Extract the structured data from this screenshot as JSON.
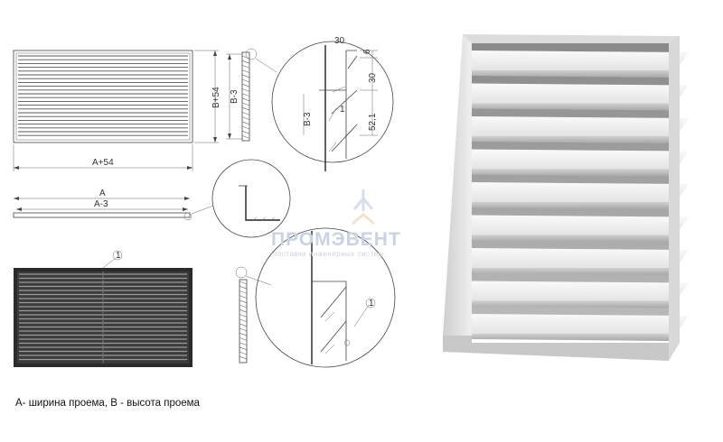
{
  "front_view": {
    "width_label": "A+54",
    "height_label": "B+54"
  },
  "side_view": {
    "height_label": "B-3"
  },
  "detail_top": {
    "height_label": "B-3",
    "dims": [
      "30",
      "6",
      "30",
      "52,1"
    ],
    "detail_number": "1"
  },
  "plan_view": {
    "outer_label": "A",
    "inner_label": "A-3"
  },
  "back_view": {
    "callout": "1"
  },
  "detail_bottom": {
    "callout": "1"
  },
  "watermark": {
    "name": "ПРОМЭВЕНТ",
    "tagline": "поставки инженерных систем"
  },
  "caption": "А- ширина проема, В - высота проема"
}
